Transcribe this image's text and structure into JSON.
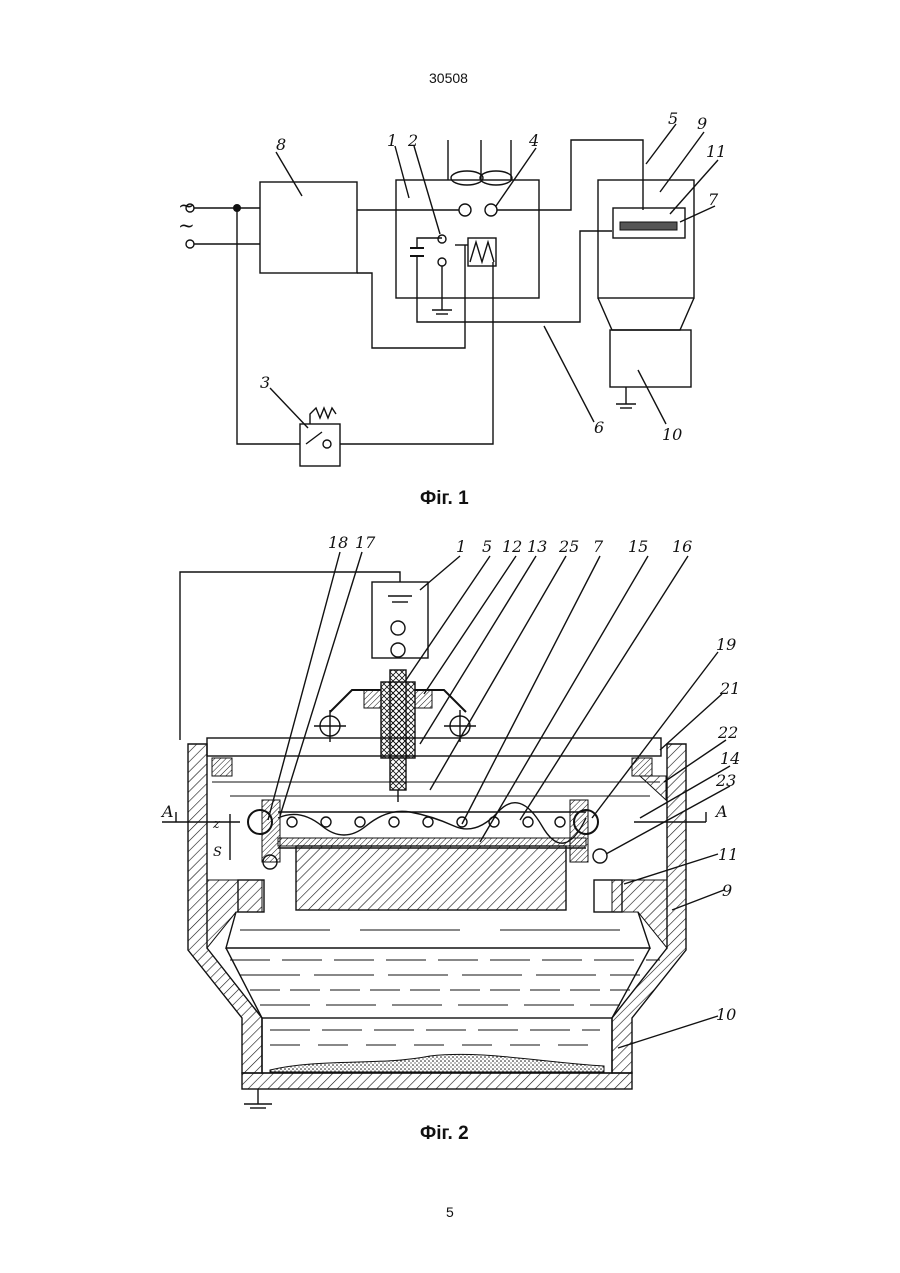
{
  "header": {
    "doc_number": "30508"
  },
  "figures": [
    {
      "caption": "Фіг. 1",
      "callouts": [
        "8",
        "1",
        "2",
        "4",
        "5",
        "9",
        "11",
        "7",
        "3",
        "6",
        "10"
      ],
      "terminal_mark": "~"
    },
    {
      "caption": "Фіг. 2",
      "callouts": [
        "18",
        "17",
        "1",
        "5",
        "12",
        "13",
        "25",
        "7",
        "15",
        "16",
        "19",
        "21",
        "22",
        "14",
        "23",
        "11",
        "9",
        "10"
      ],
      "section_marks": {
        "left": "A",
        "right": "A"
      },
      "dimension_marks": {
        "z": "z",
        "s": "S"
      }
    }
  ],
  "footer": {
    "page_number": "5"
  },
  "colors": {
    "ink": "#111111",
    "paper": "#ffffff"
  }
}
